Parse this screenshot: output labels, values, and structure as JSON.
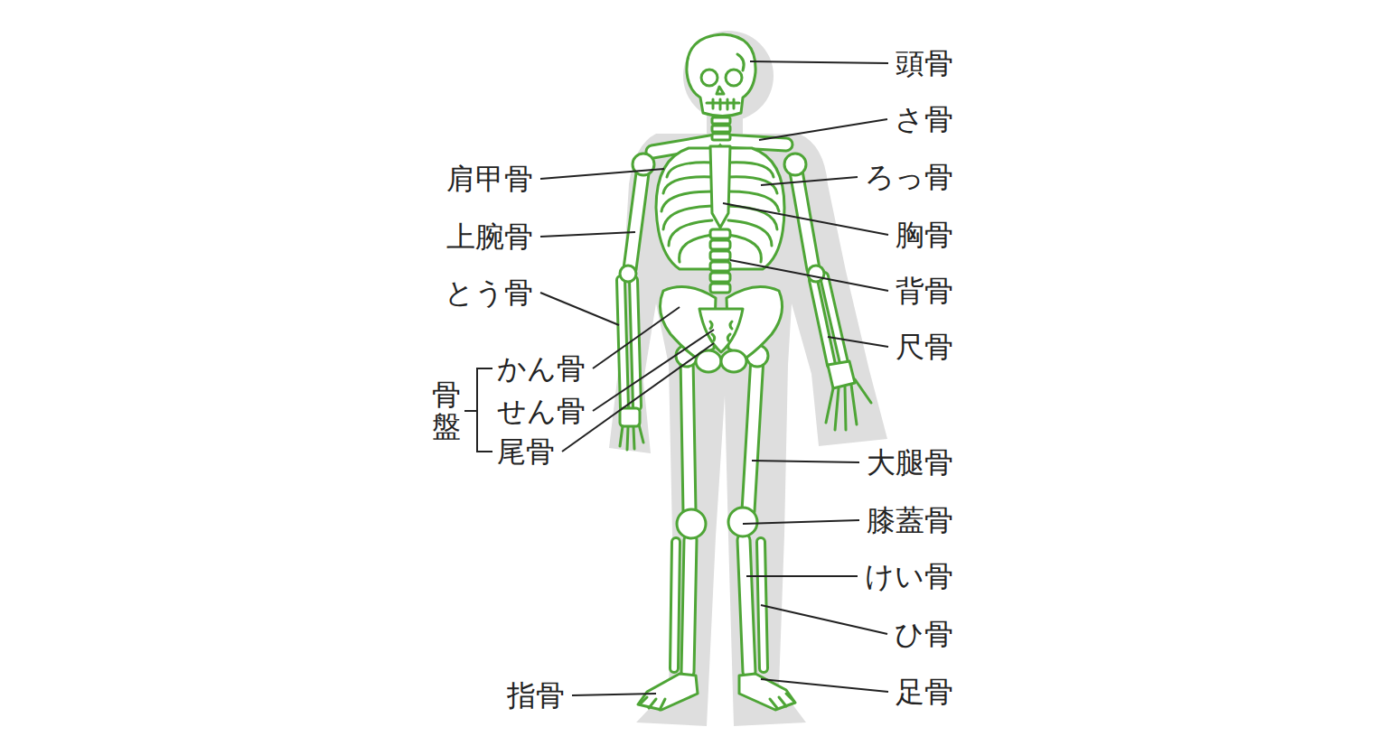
{
  "diagram": {
    "labels": [
      "頭骨",
      "さ骨",
      "ろっ骨",
      "胸骨",
      "背骨",
      "尺骨",
      "肩甲骨",
      "上腕骨",
      "とう骨",
      "かん骨",
      "せん骨",
      "尾骨",
      "骨盤",
      "大腿骨",
      "膝蓋骨",
      "けい骨",
      "ひ骨",
      "足骨",
      "指骨"
    ]
  }
}
